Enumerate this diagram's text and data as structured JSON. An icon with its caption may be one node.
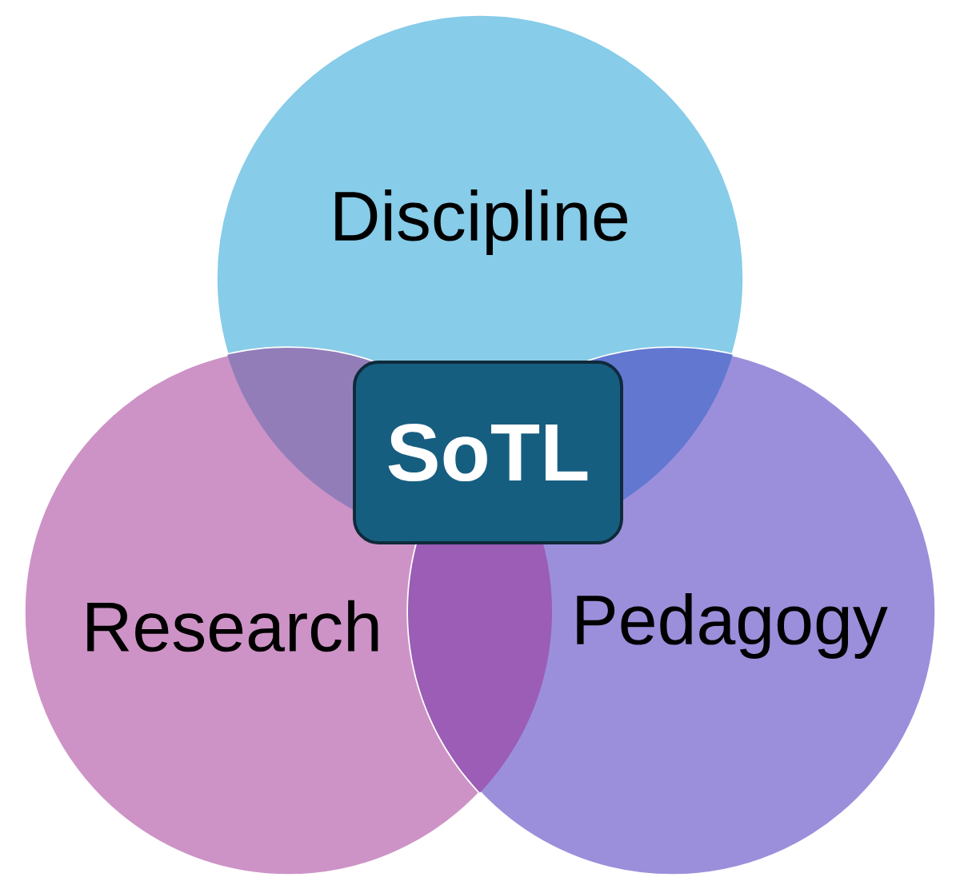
{
  "diagram": {
    "nodes": [
      {
        "text": [
          "Discipline"
        ]
      },
      {
        "text": [
          "Research"
        ]
      },
      {
        "text": [
          "Pedagogy"
        ]
      },
      {
        "text": [
          "SoTL"
        ]
      }
    ]
  }
}
